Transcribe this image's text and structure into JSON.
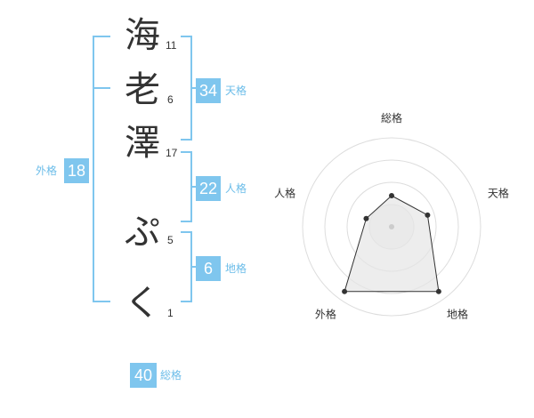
{
  "name": {
    "chars": [
      {
        "char": "海",
        "strokes": "11"
      },
      {
        "char": "老",
        "strokes": "6"
      },
      {
        "char": "澤",
        "strokes": "17"
      },
      {
        "char": "ぷ",
        "strokes": "5"
      },
      {
        "char": "く",
        "strokes": "1"
      }
    ]
  },
  "fortunes": {
    "tenkaku": {
      "value": "34",
      "label": "天格"
    },
    "jinkaku": {
      "value": "22",
      "label": "人格"
    },
    "chikaku": {
      "value": "6",
      "label": "地格"
    },
    "gaikaku": {
      "value": "18",
      "label": "外格"
    },
    "soukaku": {
      "value": "40",
      "label": "総格"
    }
  },
  "radar": {
    "axes": [
      "総格",
      "天格",
      "地格",
      "外格",
      "人格"
    ],
    "levels": 4,
    "values": [
      1.4,
      1.7,
      3.6,
      3.6,
      1.2
    ],
    "max": 4,
    "colors": {
      "grid": "#dddddd",
      "fill": "#f0f0f0",
      "line": "#333333",
      "point": "#333333",
      "center": "#cccccc"
    }
  },
  "colors": {
    "accent": "#7fc6ee",
    "text": "#333333"
  }
}
